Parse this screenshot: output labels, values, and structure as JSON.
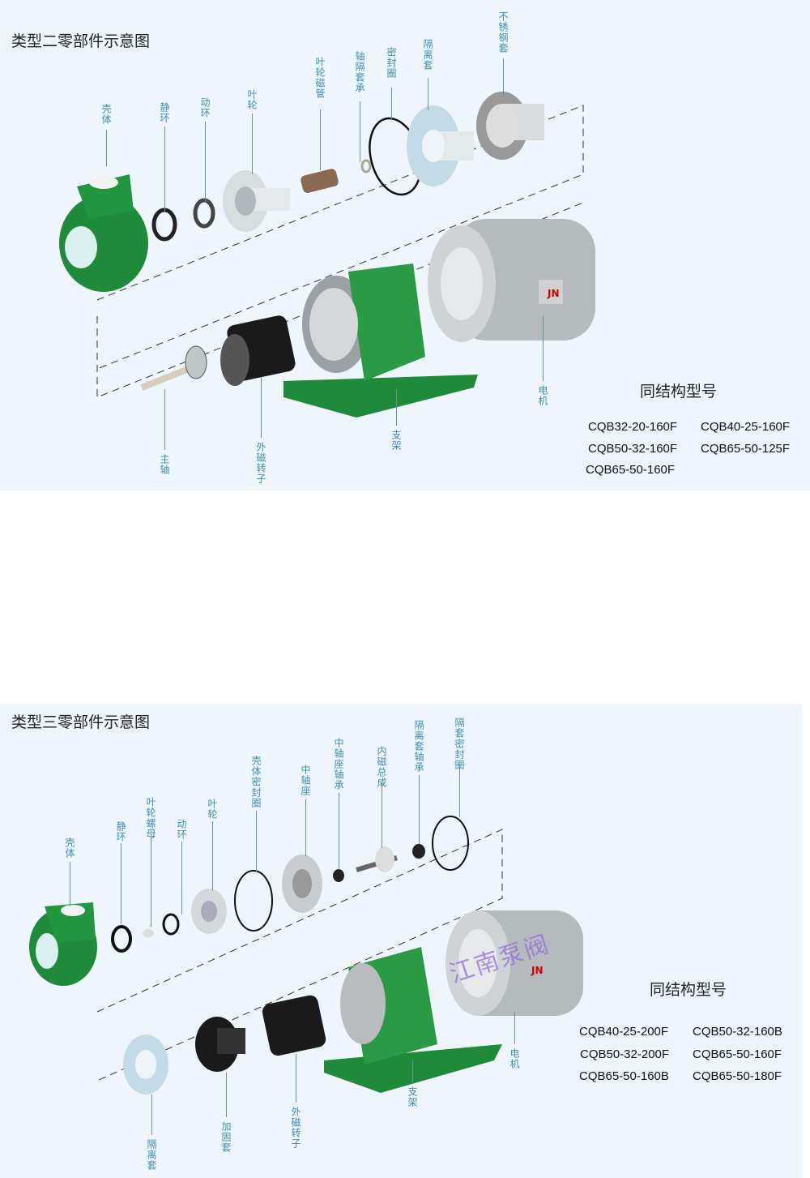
{
  "type2": {
    "title": "类型二零部件示意图",
    "top_labels": [
      "壳体",
      "静环",
      "动环",
      "叶轮",
      "叶轮磁管",
      "轴隔套承",
      "密封圈",
      "隔离套",
      "不锈钢套"
    ],
    "bottom_labels": [
      "主轴",
      "外磁转子",
      "支架",
      "电机"
    ],
    "motor_badge": "JN",
    "models_title": "同结构型号",
    "models": [
      "CQB32-20-160F",
      "CQB40-25-160F",
      "CQB50-32-160F",
      "CQB65-50-125F",
      "CQB65-50-160F"
    ]
  },
  "type3": {
    "title": "类型三零部件示意图",
    "top_labels": [
      "壳体",
      "静环",
      "叶轮螺母",
      "动环",
      "叶轮",
      "壳体密封圈",
      "中轴座",
      "中轴座轴承",
      "内磁总成",
      "隔离套轴承",
      "隔套密封圈"
    ],
    "bottom_labels": [
      "隔离套",
      "加固套",
      "外磁转子",
      "支架",
      "电机"
    ],
    "motor_badge": "JN",
    "watermark": "江南泵阀",
    "models_title": "同结构型号",
    "models": [
      "CQB40-25-200F",
      "CQB50-32-160B",
      "CQB50-32-200F",
      "CQB65-50-160F",
      "CQB65-50-160B",
      "CQB65-50-180F"
    ]
  },
  "colors": {
    "green": "#1f8a3a",
    "label": "#3d8fb3",
    "bg": "#eef5fc"
  }
}
